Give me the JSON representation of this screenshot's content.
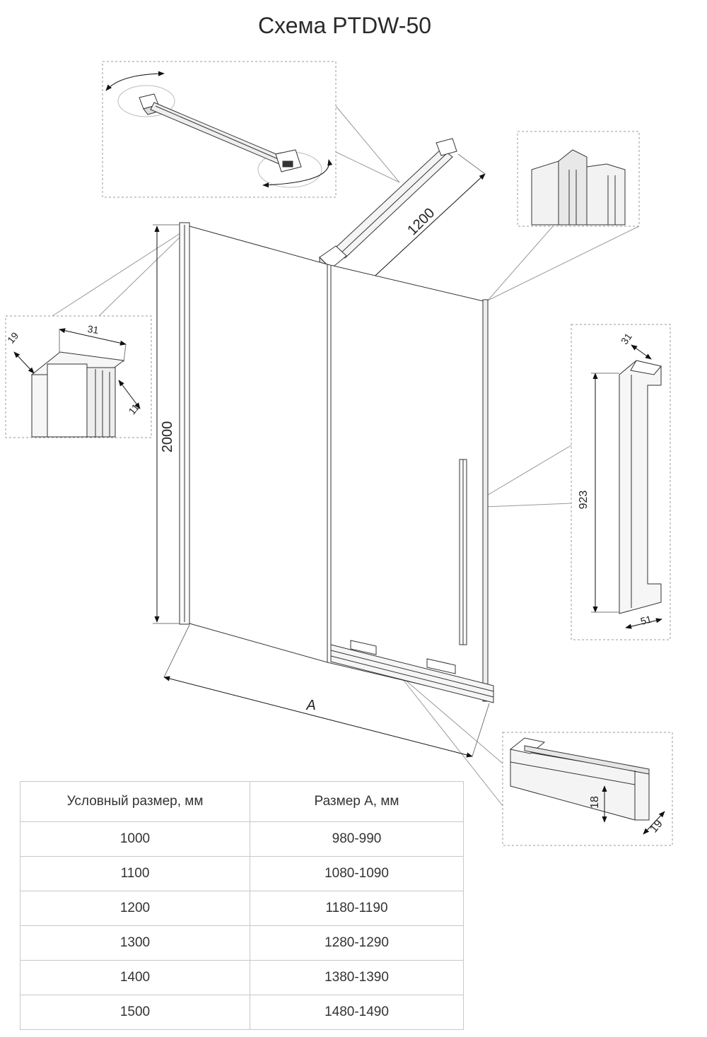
{
  "title": "Схема PTDW-50",
  "dimensions": {
    "height": "2000",
    "bar_length": "1200",
    "width_a": "A",
    "handle_length": "923",
    "handle_depth": "31",
    "handle_base": "51",
    "wall_profile_depth": "19",
    "wall_profile_width": "31",
    "wall_profile_slot": "11",
    "rail_height": "18",
    "rail_width": "19"
  },
  "table": {
    "headers": [
      "Условный размер, мм",
      "Размер А, мм"
    ],
    "rows": [
      [
        "1000",
        "980-990"
      ],
      [
        "1100",
        "1080-1090"
      ],
      [
        "1200",
        "1180-1190"
      ],
      [
        "1300",
        "1280-1290"
      ],
      [
        "1400",
        "1380-1390"
      ],
      [
        "1500",
        "1480-1490"
      ]
    ]
  }
}
